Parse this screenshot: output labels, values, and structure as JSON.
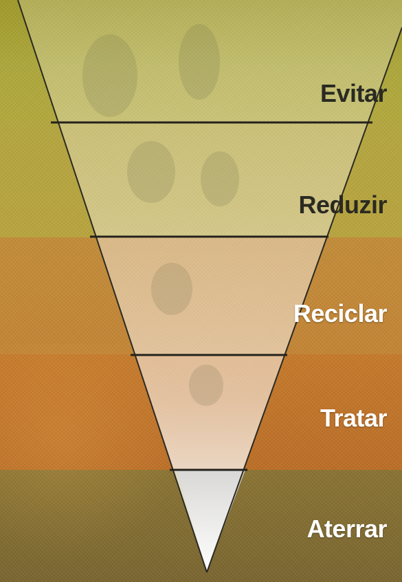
{
  "levels": [
    {
      "label": "Evitar"
    },
    {
      "label": "Reduzir"
    },
    {
      "label": "Reciclar"
    },
    {
      "label": "Tratar"
    },
    {
      "label": "Aterrar"
    }
  ],
  "colors": {
    "band_evitar": "#ada73d",
    "band_reduzir": "#b8a43f",
    "band_reciclar": "#c28c3a",
    "band_tratar": "#c57a2c",
    "band_aterrar": "#8a7434",
    "funnel_light": "#f4f2ea",
    "funnel_line": "#2b2a22"
  }
}
